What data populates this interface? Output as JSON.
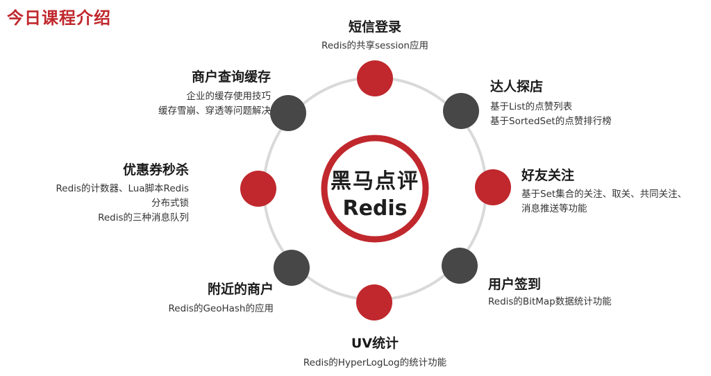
{
  "header": {
    "title": "今日课程介绍"
  },
  "center": {
    "line1": "黑马点评",
    "line2": "Redis"
  },
  "colors": {
    "red": "#c0282d",
    "dark": "#474747",
    "ring": "#d9d9d9",
    "title": "#c0282d"
  },
  "topics": [
    {
      "title": "短信登录",
      "desc": [
        "Redis的共享session应用"
      ]
    },
    {
      "title": "达人探店",
      "desc": [
        "基于List的点赞列表",
        "基于SortedSet的点赞排行榜"
      ]
    },
    {
      "title": "好友关注",
      "desc": [
        "基于Set集合的关注、取关、共同关注、",
        "消息推送等功能"
      ]
    },
    {
      "title": "用户签到",
      "desc": [
        "Redis的BitMap数据统计功能"
      ]
    },
    {
      "title": "UV统计",
      "desc": [
        "Redis的HyperLogLog的统计功能"
      ]
    },
    {
      "title": "附近的商户",
      "desc": [
        "Redis的GeoHash的应用"
      ]
    },
    {
      "title": "优惠券秒杀",
      "desc": [
        "Redis的计数器、Lua脚本Redis",
        "分布式锁",
        "Redis的三种消息队列"
      ]
    },
    {
      "title": "商户查询缓存",
      "desc": [
        "企业的缓存使用技巧",
        "缓存雪崩、穿透等问题解决"
      ]
    }
  ]
}
